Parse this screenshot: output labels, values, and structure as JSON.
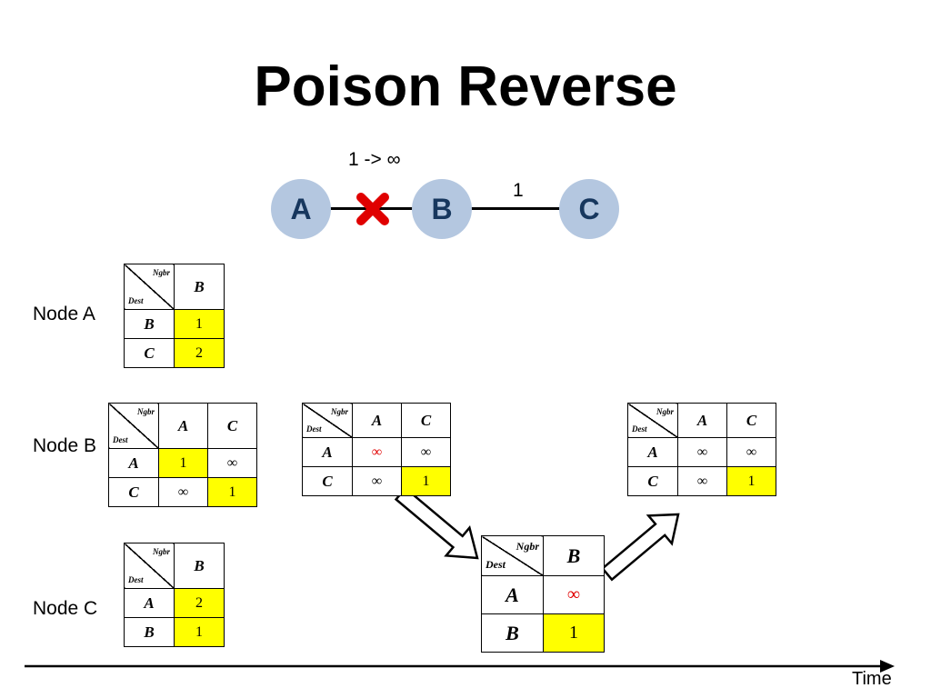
{
  "title": "Poison Reverse",
  "topology": {
    "nodes": [
      "A",
      "B",
      "C"
    ],
    "link_ab_label": "1 -> ∞",
    "link_bc_label": "1",
    "broken_link_icon": "red-x-icon"
  },
  "row_labels": {
    "node_a": "Node A",
    "node_b": "Node B",
    "node_c": "Node C"
  },
  "header_diag": {
    "ngbr": "Ngbr",
    "dest": "Dest"
  },
  "tables": {
    "a": {
      "cols": [
        "B"
      ],
      "rows": [
        {
          "dest": "B",
          "cells": [
            "1"
          ]
        },
        {
          "dest": "C",
          "cells": [
            "2"
          ]
        }
      ]
    },
    "b1": {
      "cols": [
        "A",
        "C"
      ],
      "rows": [
        {
          "dest": "A",
          "cells": [
            "1",
            "∞"
          ]
        },
        {
          "dest": "C",
          "cells": [
            "∞",
            "1"
          ]
        }
      ]
    },
    "b2": {
      "cols": [
        "A",
        "C"
      ],
      "rows": [
        {
          "dest": "A",
          "cells": [
            "∞",
            "∞"
          ]
        },
        {
          "dest": "C",
          "cells": [
            "∞",
            "1"
          ]
        }
      ]
    },
    "b3": {
      "cols": [
        "A",
        "C"
      ],
      "rows": [
        {
          "dest": "A",
          "cells": [
            "∞",
            "∞"
          ]
        },
        {
          "dest": "C",
          "cells": [
            "∞",
            "1"
          ]
        }
      ]
    },
    "c": {
      "cols": [
        "B"
      ],
      "rows": [
        {
          "dest": "A",
          "cells": [
            "2"
          ]
        },
        {
          "dest": "B",
          "cells": [
            "1"
          ]
        }
      ]
    },
    "c2": {
      "cols": [
        "B"
      ],
      "rows": [
        {
          "dest": "A",
          "cells": [
            "∞"
          ]
        },
        {
          "dest": "B",
          "cells": [
            "1"
          ]
        }
      ]
    }
  },
  "timeline": {
    "label": "Time"
  },
  "colors": {
    "node_fill": "#b4c7e0",
    "node_text": "#17375e",
    "highlight": "#ffff00",
    "poison": "#e00000",
    "x_mark": "#e00000"
  }
}
